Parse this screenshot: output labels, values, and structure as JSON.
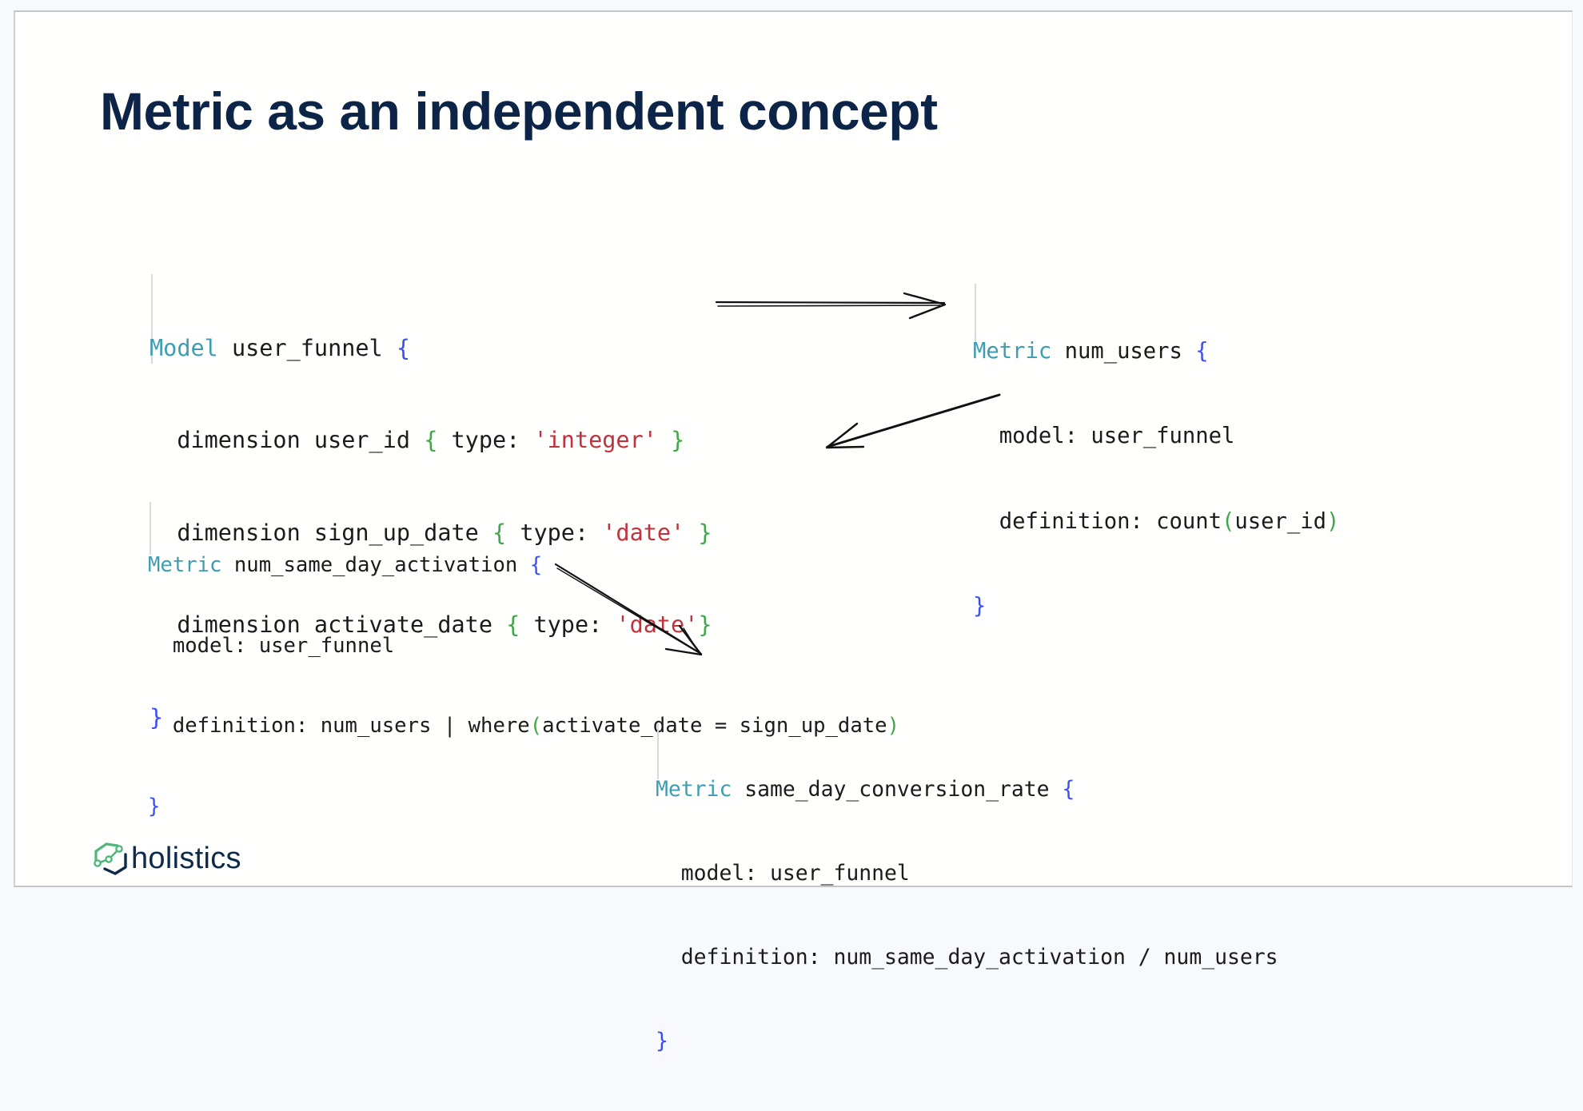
{
  "slide": {
    "title": "Metric as an independent concept",
    "brand": {
      "name": "holistics",
      "icon": "holistics-hexagon-chart-logo",
      "colors": {
        "primary": "#0d2a4a",
        "accent": "#4cb97a"
      }
    }
  },
  "theme": {
    "title_color": "#0b2447",
    "keyword_color": "#3e9db3",
    "outer_brace_color": "#3b4ef5",
    "inner_brace_color": "#3fa84a",
    "string_color": "#c0323c",
    "text_color": "#1b1b1b"
  },
  "code_blocks": {
    "model": {
      "keyword": "Model",
      "name": "user_funnel",
      "open": "{",
      "close": "}",
      "lines": [
        {
          "prefix": "dimension user_id ",
          "open": "{",
          "mid": " type: ",
          "value": "'integer'",
          "close": " }"
        },
        {
          "prefix": "dimension sign_up_date ",
          "open": "{",
          "mid": " type: ",
          "value": "'date'",
          "close": " }"
        },
        {
          "prefix": "dimension activate_date ",
          "open": "{",
          "mid": " type: ",
          "value": "'date'",
          "close": "}"
        }
      ]
    },
    "num_users": {
      "keyword": "Metric",
      "name": "num_users",
      "open": "{",
      "close": "}",
      "model_line": "model: user_funnel",
      "definition_prefix": "definition: count",
      "paren_open": "(",
      "definition_arg": "user_id",
      "paren_close": ")"
    },
    "num_same_day_activation": {
      "keyword": "Metric",
      "name": "num_same_day_activation",
      "open": "{",
      "close": "}",
      "model_line": "model: user_funnel",
      "definition_prefix": "definition: num_users | where",
      "paren_open": "(",
      "definition_arg": "activate_date = sign_up_date",
      "paren_close": ")"
    },
    "same_day_conversion_rate": {
      "keyword": "Metric",
      "name": "same_day_conversion_rate",
      "open": "{",
      "close": "}",
      "model_line": "model: user_funnel",
      "definition_line": "definition: num_same_day_activation / num_users"
    }
  },
  "arrows": [
    {
      "from": "model.user_funnel",
      "to": "metric.num_users"
    },
    {
      "from": "metric.num_users",
      "to": "metric.num_same_day_activation"
    },
    {
      "from": "metric.num_same_day_activation",
      "to": "metric.same_day_conversion_rate"
    }
  ]
}
